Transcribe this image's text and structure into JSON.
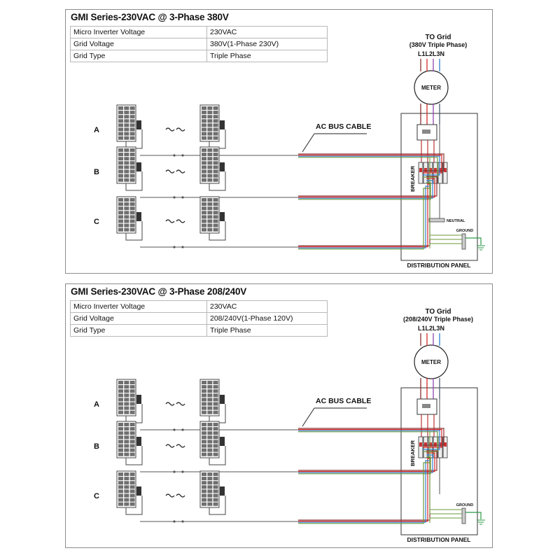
{
  "panels": [
    {
      "title": "GMI Series-230VAC @ 3-Phase 380V",
      "specs": [
        {
          "label": "Micro Inverter Voltage",
          "value": "230VAC"
        },
        {
          "label": "Grid  Voltage",
          "value": "380V(1-Phase 230V)"
        },
        {
          "label": "Grid Type",
          "value": "Triple Phase"
        }
      ],
      "grid_title": "TO Grid",
      "grid_subtitle": "(380V Triple Phase)",
      "phase_labels": "L1L2L3N",
      "meter": "METER",
      "ac_bus": "AC BUS CABLE",
      "branches": [
        "A",
        "B",
        "C"
      ],
      "breaker": "BREAKER",
      "neutral": "NEUTRAL",
      "ground": "GROUND",
      "panel_label": "DISTRIBUTION PANEL"
    },
    {
      "title": "GMI Series-230VAC @ 3-Phase 208/240V",
      "specs": [
        {
          "label": "Micro Inverter Voltage",
          "value": "230VAC"
        },
        {
          "label": "Grid  Voltage",
          "value": "208/240V(1-Phase 120V)"
        },
        {
          "label": "Grid Type",
          "value": "Triple Phase"
        }
      ],
      "grid_title": "TO Grid",
      "grid_subtitle": "(208/240V Triple Phase)",
      "phase_labels": "L1L2L3N",
      "meter": "METER",
      "ac_bus": "AC BUS CABLE",
      "branches": [
        "A",
        "B",
        "C"
      ],
      "breaker": "BREAKER",
      "neutral": "",
      "ground": "GROUND",
      "panel_label": "DISTRIBUTION PANEL"
    }
  ],
  "colors": {
    "frame": "#8c8c8c",
    "wire_brown": "#8b2f2f",
    "wire_red": "#d62828",
    "wire_blue": "#2f7fd0",
    "wire_green": "#6a9a3a",
    "wire_purple": "#8e44ad",
    "wire_gray": "#555555",
    "ground_green": "#2e9a4a"
  }
}
